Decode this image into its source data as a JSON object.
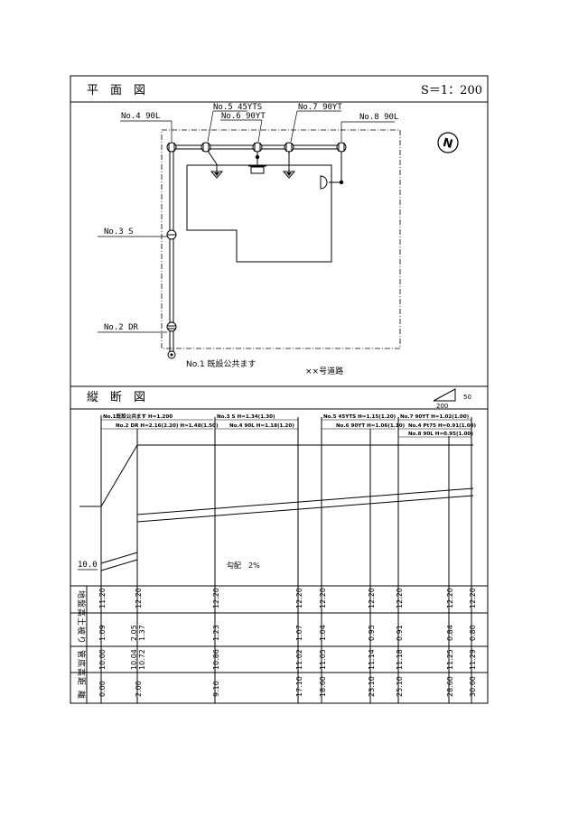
{
  "plan": {
    "title": "平　面　図",
    "scale": "S＝1：200",
    "north_symbol": "N",
    "labels": {
      "no4": "No.4 90L",
      "no5": "No.5 45YTS",
      "no6": "No.6 90YT",
      "no7": "No.7 90YT",
      "no8": "No.8 90L",
      "no3": "No.3 S",
      "no2": "No.2 DR",
      "no1": "No.1 既設公共ます",
      "road": "××号道路"
    }
  },
  "profile": {
    "title": "縦　断　図",
    "slope_run": "200",
    "slope_rise": "50",
    "datum": "10.0",
    "gradient": "勾配　2%",
    "top_labels": {
      "a1": "No.1既設公共ます H=1.200",
      "a2": "No.2 DR H=2.16(2.20) H=1.48(1.50)",
      "b1": "No.3 S H=1.34(1.30)",
      "b2": "No.4 90L H=1.18(1.20)",
      "c1": "No.5 45YTS H=1.15(1.20)",
      "c2": "No.6 90YT H=1.06(1.10)",
      "d1": "No.7 90YT H=1.02(1.00)",
      "d2": "No.4 Pt75 H=0.91(1.00)",
      "d3": "No.8 90L H=0.95(1.00)"
    },
    "row_labels": {
      "ground": "地盤高",
      "cover": "土被り",
      "invert": "管底高",
      "distance": "距離"
    },
    "ground_heights": [
      "11.20",
      "12.20",
      "12.20",
      "12.20",
      "12.20",
      "12.20",
      "12.20",
      "12.20",
      "12.20"
    ],
    "cover": [
      "1.09",
      "2.05",
      "1.37",
      "1.23",
      "1.07",
      "1.04",
      "0.95",
      "0.91",
      "0.84",
      "0.80"
    ],
    "invert": [
      "10.00",
      "10.04",
      "10.72",
      "10.86",
      "11.02",
      "11.05",
      "11.14",
      "11.18",
      "11.25",
      "11.29"
    ],
    "distance": [
      "0.00",
      "2.00",
      "9.10",
      "17.10",
      "18.60",
      "23.10",
      "25.10",
      "28.60",
      "30.60"
    ]
  }
}
